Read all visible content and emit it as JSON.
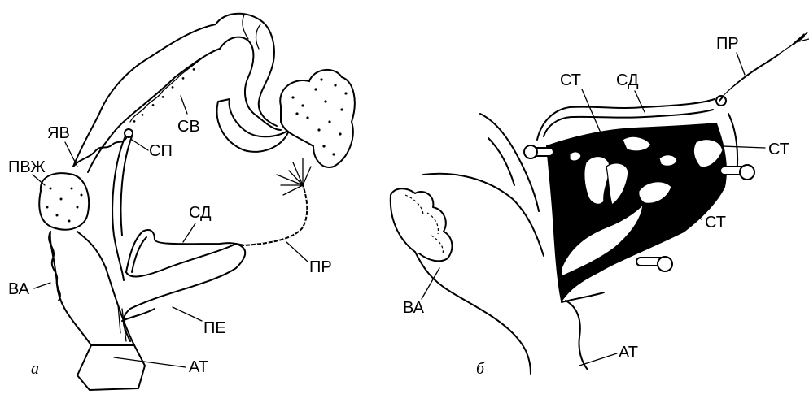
{
  "panel_a": {
    "panel_label": "а",
    "labels": {
      "yav": "ЯВ",
      "pvzh": "ПВЖ",
      "va": "ВА",
      "sv": "СВ",
      "sp": "СП",
      "sd": "СД",
      "pr": "ПР",
      "pe": "ПЕ",
      "at": "АТ"
    }
  },
  "panel_b": {
    "panel_label": "б",
    "labels": {
      "pr": "ПР",
      "st_top": "СТ",
      "sd": "СД",
      "st_right": "СТ",
      "st_mid": "СТ",
      "va": "ВА",
      "at": "АТ"
    }
  }
}
